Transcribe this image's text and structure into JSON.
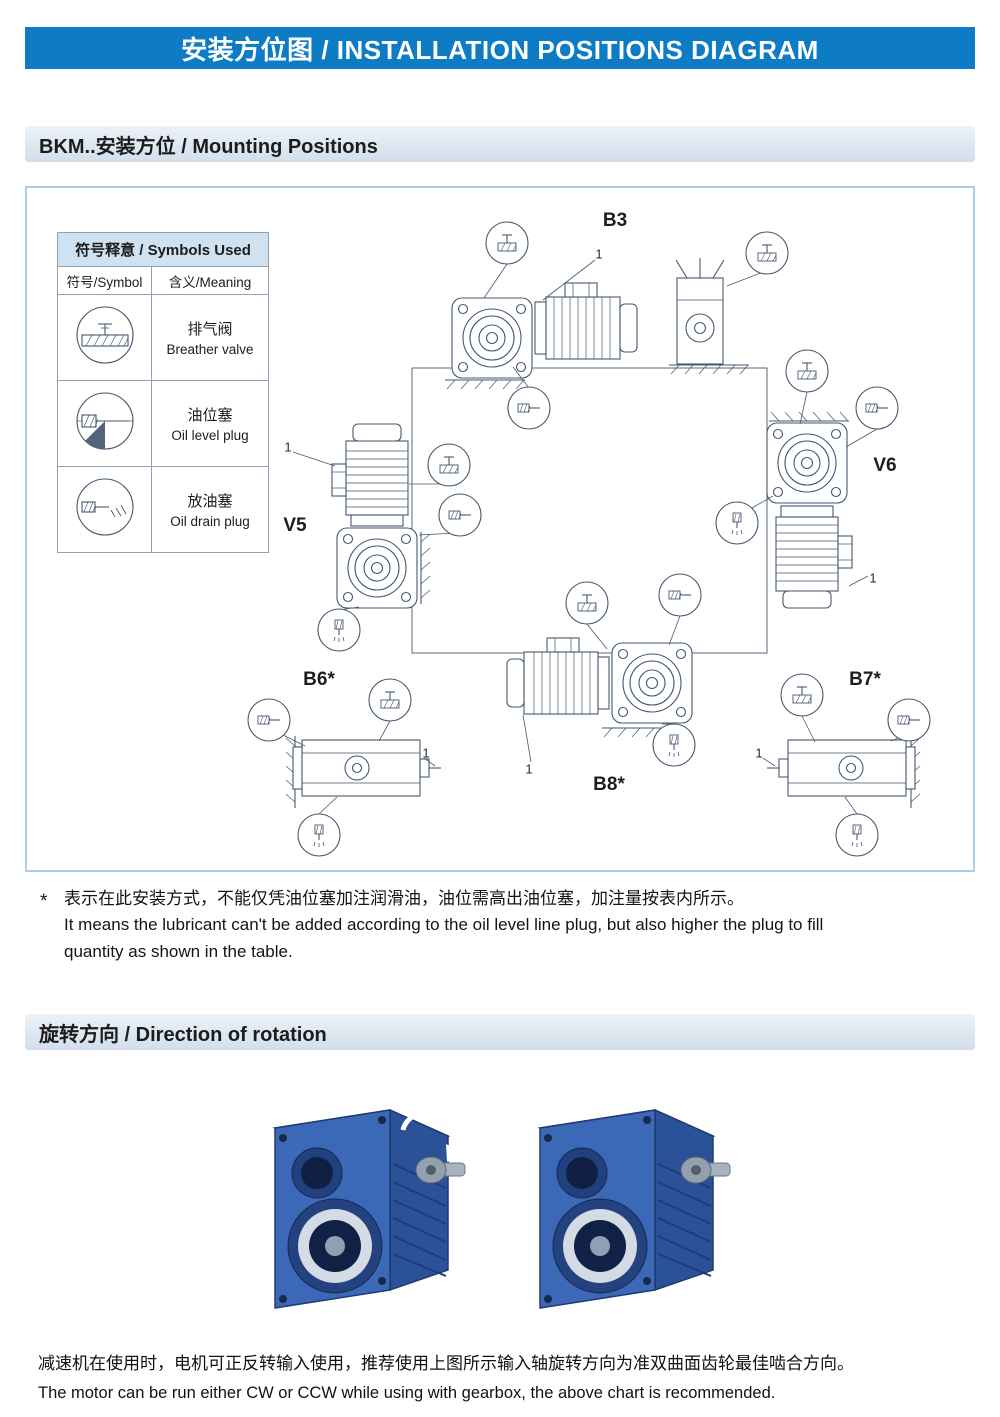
{
  "page": {
    "title": "安装方位图 / INSTALLATION POSITIONS DIAGRAM"
  },
  "sections": {
    "mounting": {
      "heading": "BKM..安装方位 / Mounting Positions"
    },
    "rotation": {
      "heading": "旋转方向 / Direction of rotation"
    }
  },
  "symbols_table": {
    "title": "符号释意 / Symbols Used",
    "columns": [
      "符号/Symbol",
      "含义/Meaning"
    ],
    "rows": [
      {
        "symbol": "breather-valve-symbol",
        "meaning_zh": "排气阀",
        "meaning_en": "Breather valve"
      },
      {
        "symbol": "oil-level-plug-symbol",
        "meaning_zh": "油位塞",
        "meaning_en": "Oil level plug"
      },
      {
        "symbol": "oil-drain-plug-symbol",
        "meaning_zh": "放油塞",
        "meaning_en": "Oil drain plug"
      }
    ]
  },
  "positions": {
    "b3": "B3",
    "v5": "V5",
    "v6": "V6",
    "b6": "B6*",
    "b8": "B8*",
    "b7": "B7*",
    "ref": "1"
  },
  "footnote": {
    "marker": "*",
    "zh": "表示在此安装方式，不能仅凭油位塞加注润滑油，油位需高出油位塞，加注量按表内所示。",
    "en_line1": "It means the lubricant can't be added according to the oil level line plug, but also higher the plug to fill",
    "en_line2": "quantity as shown in the table."
  },
  "bottom_note": {
    "zh": "减速机在使用时，电机可正反转输入使用，推荐使用上图所示输入轴旋转方向为准双曲面齿轮最佳啮合方向。",
    "en": "The motor can be run either CW or CCW while using with gearbox, the above chart is recommended."
  },
  "colors": {
    "header_bg": "#0e7cc4",
    "drawing_line": "#46586f",
    "gearbox_blue": "#3c68b8"
  }
}
